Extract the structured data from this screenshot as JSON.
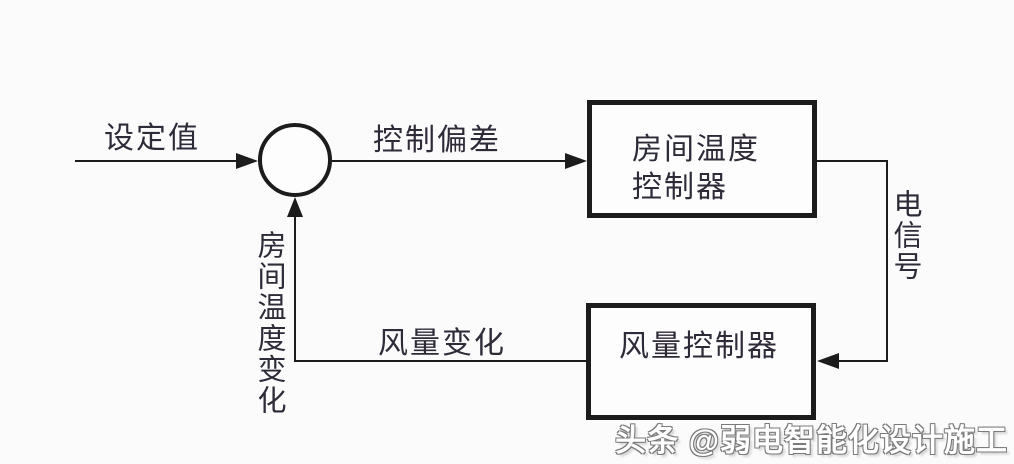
{
  "diagram": {
    "title_context": "room-temperature feedback control loop",
    "labels": {
      "setpoint": "设定值",
      "control_deviation": "控制偏差",
      "electric_signal": "电信号",
      "airflow_change": "风量变化",
      "room_temp_change": "房间温度变化"
    },
    "nodes": {
      "room_temp_controller_line1": "房间温度",
      "room_temp_controller_line2": "控制器",
      "airflow_controller": "风量控制器"
    },
    "watermark": "头条 @弱电智能化设计施工",
    "colors": {
      "line": "#1c1c1c",
      "text": "#2e2a38",
      "background": "#fbfbfb",
      "box_fill": "#fdfdfd",
      "watermark": "#ffffff",
      "watermark_outline": "#7a7a7a"
    }
  }
}
